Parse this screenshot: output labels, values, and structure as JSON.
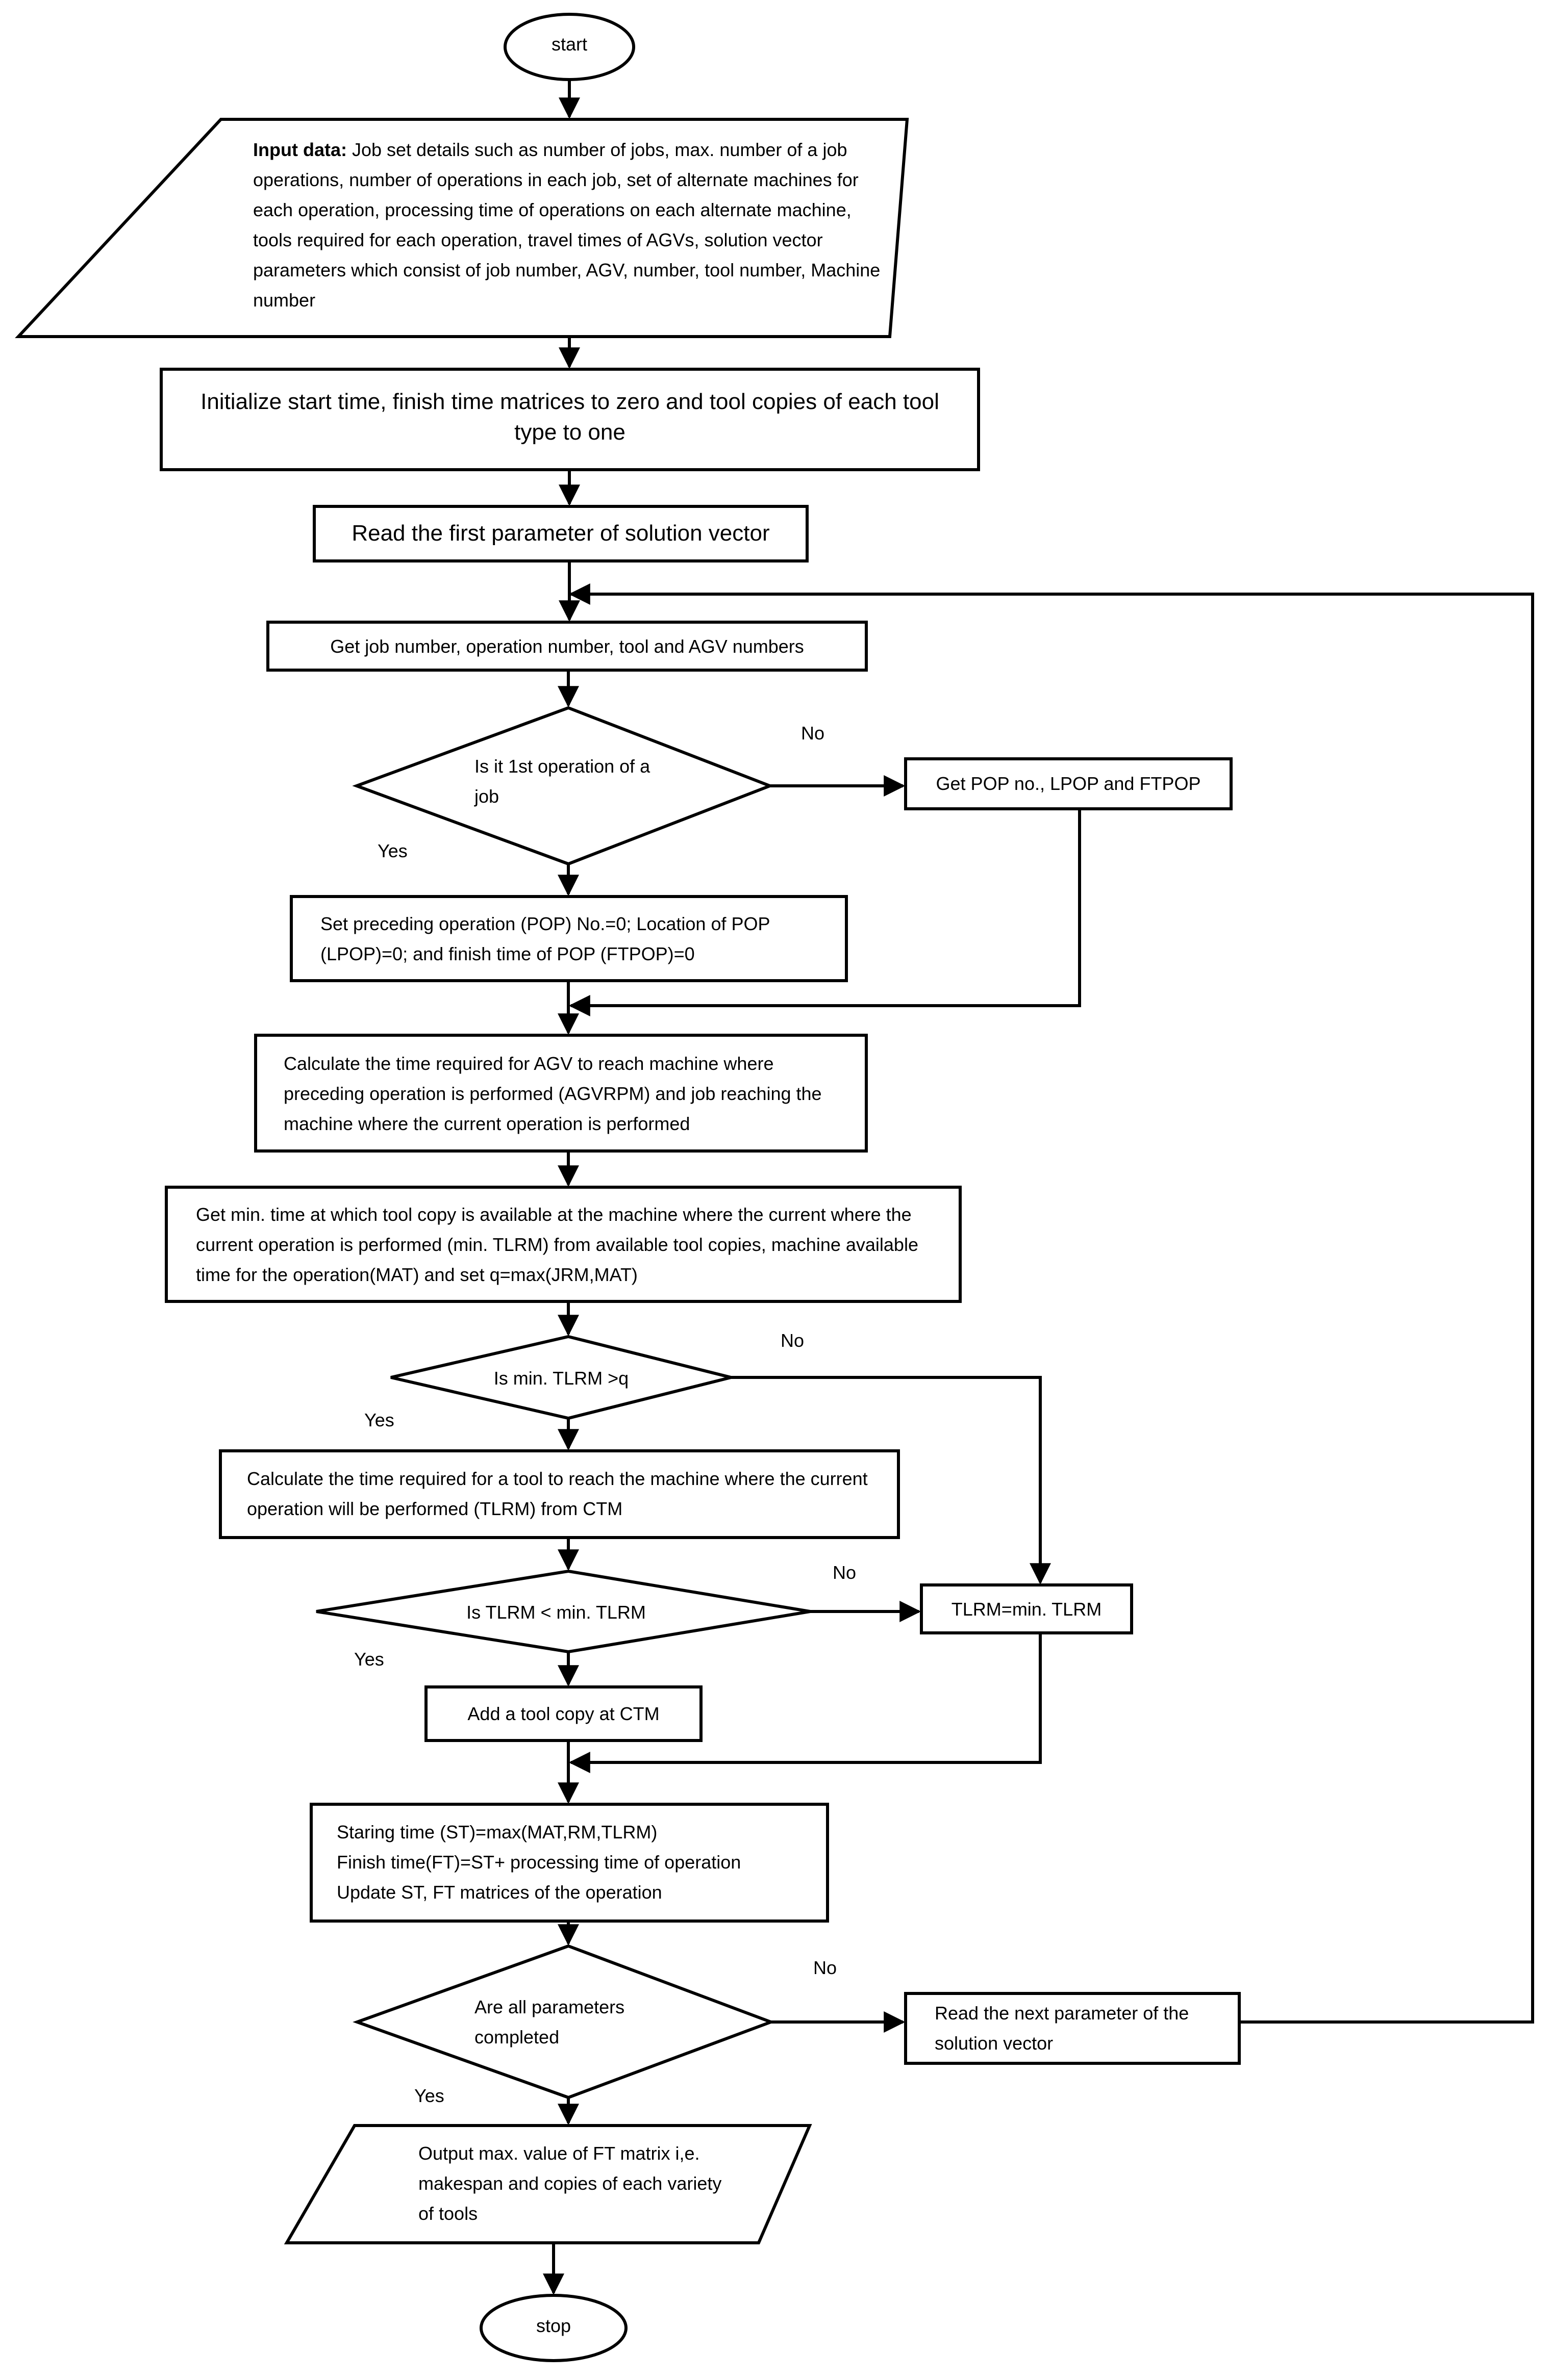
{
  "start_label": "start",
  "stop_label": "stop",
  "input": {
    "lead": "Input data:",
    "body": " Job set details such as number of jobs, max. number of  a job operations, number of operations in each job, set of alternate machines for each operation, processing time of operations on each alternate machine, tools required for each operation, travel times of AGVs, solution vector parameters which consist of job number, AGV, number, tool number, Machine number"
  },
  "steps": {
    "initialize": "Initialize start time, finish time matrices to zero and tool copies of each tool type to one",
    "read_first": "Read the first parameter of solution vector",
    "get_numbers": "Get job number, operation number, tool and AGV numbers",
    "get_pop": "Get POP no., LPOP and FTPOP",
    "set_preceding": "Set preceding operation (POP) No.=0; Location of POP (LPOP)=0; and finish time of POP (FTPOP)=0",
    "calc_agv": "Calculate the time required for AGV to reach machine where preceding operation is performed (AGVRPM) and job reaching the machine where the current operation is performed",
    "get_min_time": "Get min. time at which tool copy is available at the machine where the current where the current operation is performed (min. TLRM) from available tool copies, machine available time  for the operation(MAT) and set q=max(JRM,MAT)",
    "calc_tool": "Calculate the time required for a tool to reach the machine where the current operation will be performed (TLRM) from CTM",
    "tlrm_assign": "TLRM=min. TLRM",
    "add_tool": "Add a tool copy at CTM",
    "starting": "Staring time (ST)=max(MAT,RM,TLRM)\nFinish time(FT)=ST+ processing time of operation\nUpdate ST, FT matrices of the operation",
    "read_next": "Read the next parameter of the solution vector"
  },
  "decisions": {
    "first_op": "Is it 1st operation of a job",
    "min_tlrm_gt_q": "Is min. TLRM >q",
    "tlrm_lt_min": "Is  TLRM < min. TLRM",
    "all_done": "Are all parameters completed"
  },
  "output": "Output max. value of FT matrix i,e. makespan and copies of each variety of tools",
  "branch_labels": {
    "yes_1": "Yes",
    "no_1": "No",
    "yes_2": "Yes",
    "no_2": "No",
    "yes_3": "Yes",
    "no_3": "No",
    "yes_4": "Yes",
    "no_4": "No"
  }
}
